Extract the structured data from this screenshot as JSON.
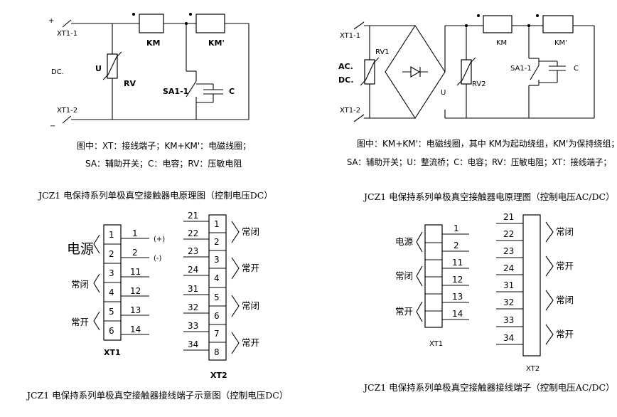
{
  "dc_circuit": {
    "plus": "+",
    "minus": "−",
    "xt1_1": "XT1-1",
    "xt1_2": "XT1-2",
    "dc": "DC.",
    "u": "U",
    "rv": "RV",
    "km": "KM",
    "km_prime": "KM'",
    "sa1_1": "SA1-1",
    "c": "C",
    "caption_line1": "图中：XT：接线端子；KM+KM'：电磁线圈；",
    "caption_line2": "SA：辅助开关；C：电容；RV：压敏电阻",
    "title": "JCZ1 电保持系列单极真空接触器电原理图（控制电压DC）"
  },
  "acdc_circuit": {
    "xt1_1": "XT1-1",
    "xt1_2": "XT1-2",
    "ac": "AC.",
    "dc": "DC.",
    "rv1": "RV1",
    "rv2": "RV2",
    "u": "U",
    "km": "KM",
    "km_prime": "KM'",
    "sa1_1": "SA1-1",
    "c": "C",
    "caption_line1": "图中：KM+KM'：电磁线圈，其中 KM为起动绕组，KM'为保持绕组；",
    "caption_line2": "SA：辅助开关；U：整流桥；C：电容；RV：压敏电阻；XT：接线端子；",
    "title": "JCZ1 电保持系列单极真空接触器电原理图（控制电压AC/DC）"
  },
  "dc_terminals": {
    "power_label": "电源",
    "nc_label": "常闭",
    "no_label": "常开",
    "xt1": {
      "name": "XT1",
      "positions": [
        "1",
        "2",
        "3",
        "4",
        "5",
        "6"
      ],
      "wires": [
        "1",
        "2",
        "11",
        "12",
        "13",
        "14"
      ],
      "polarity": [
        "(+)",
        "(-)"
      ]
    },
    "xt2": {
      "name": "XT2",
      "positions": [
        "1",
        "2",
        "3",
        "4",
        "5",
        "6",
        "7",
        "8"
      ],
      "wires": [
        "21",
        "22",
        "23",
        "24",
        "31",
        "32",
        "33",
        "34"
      ],
      "labels": [
        "常闭",
        "常开",
        "常闭",
        "常开"
      ]
    },
    "title": "JCZ1 电保持系列单极真空接触器接线端子示意图（控制电压DC）"
  },
  "acdc_terminals": {
    "power_label": "电源",
    "nc_label": "常闭",
    "no_label": "常开",
    "xt1": {
      "name": "XT1",
      "wires": [
        "1",
        "2",
        "11",
        "12",
        "13",
        "14"
      ]
    },
    "xt2": {
      "name": "XT2",
      "wires": [
        "21",
        "22",
        "23",
        "24",
        "31",
        "32",
        "33",
        "34"
      ],
      "labels": [
        "常闭",
        "常开",
        "常闭",
        "常开"
      ]
    },
    "title": "JCZ1 电保持系列单极真空接触器接线端子（控制电压AC/DC）"
  }
}
